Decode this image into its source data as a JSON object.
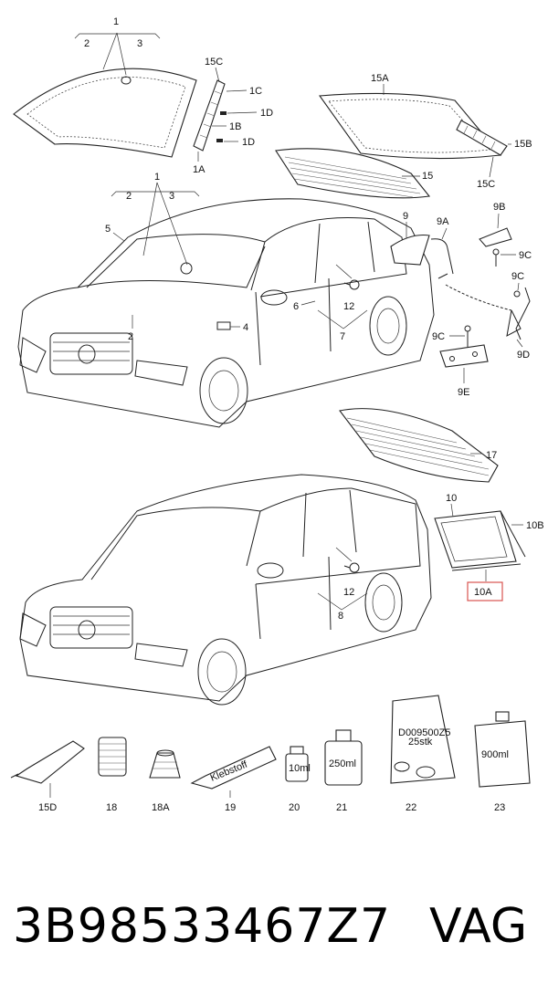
{
  "callouts": {
    "c1_top": "1",
    "c2_top": "2",
    "c3_top": "3",
    "c15C_top": "15C",
    "c1C": "1C",
    "c1D_a": "1D",
    "c1B": "1B",
    "c1D_b": "1D",
    "c1A": "1A",
    "c15A": "15A",
    "c15B": "15B",
    "c15C_right": "15C",
    "c15": "15",
    "c1_sedan": "1",
    "c2_sedan_top": "2",
    "c3_sedan": "3",
    "c5": "5",
    "c2_sedan_bottom": "2",
    "c4": "4",
    "c6": "6",
    "c12_sedan": "12",
    "c7": "7",
    "c9": "9",
    "c9A": "9A",
    "c9B": "9B",
    "c9C_a": "9C",
    "c9C_b": "9C",
    "c9C_c": "9C",
    "c9D": "9D",
    "c9E": "9E",
    "c17": "17",
    "c10": "10",
    "c10B": "10B",
    "c10A": "10A",
    "c12_wagon": "12",
    "c8": "8",
    "c15D": "15D",
    "c18": "18",
    "c18A": "18A",
    "c19": "19",
    "c20": "20",
    "c21": "21",
    "c22": "22",
    "c23": "23"
  },
  "product_labels": {
    "tube_19": "Klebstoff",
    "bottle_20": "10ml",
    "bottle_21": "250ml",
    "bag_22_line1": "D009500Z5",
    "bag_22_line2": "25stk",
    "can_23": "900ml"
  },
  "part_number": "3B98533467Z7",
  "brand": "VAG",
  "highlight_color": "#d9534f"
}
